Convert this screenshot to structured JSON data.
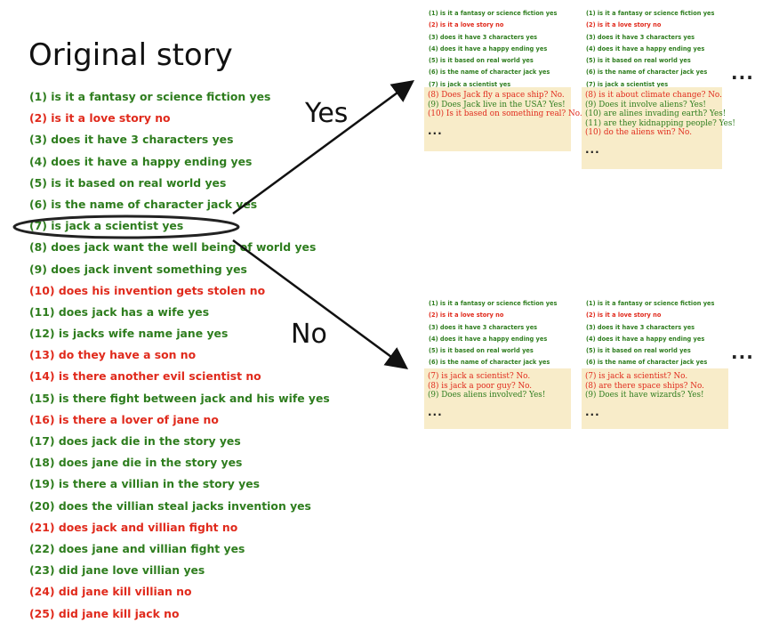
{
  "title": "Original story",
  "branch_yes": "Yes",
  "branch_no": "No",
  "ellipsis": "...",
  "questions": [
    {
      "text": "(1) is it a fantasy or science fiction yes",
      "color": "green"
    },
    {
      "text": "(2) is it a love story no",
      "color": "red"
    },
    {
      "text": "(3) does it have 3 characters yes",
      "color": "green"
    },
    {
      "text": "(4) does it have a happy ending yes",
      "color": "green"
    },
    {
      "text": "(5) is it based on real world yes",
      "color": "green"
    },
    {
      "text": "(6) is the name of character jack yes",
      "color": "green"
    },
    {
      "text": "(7) is jack a scientist yes",
      "color": "green"
    },
    {
      "text": "(8) does jack want the well being of world yes",
      "color": "green"
    },
    {
      "text": "(9) does jack invent something yes",
      "color": "green"
    },
    {
      "text": "(10) does his invention gets stolen no",
      "color": "red"
    },
    {
      "text": "(11) does jack has a wife yes",
      "color": "green"
    },
    {
      "text": "(12) is jacks wife name jane yes",
      "color": "green"
    },
    {
      "text": "(13) do they have a son no",
      "color": "red"
    },
    {
      "text": "(14) is there another evil scientist no",
      "color": "red"
    },
    {
      "text": "(15) is there fight between jack and his wife yes",
      "color": "green"
    },
    {
      "text": "(16) is there a lover of jane no",
      "color": "red"
    },
    {
      "text": "(17) does jack die in the story yes",
      "color": "green"
    },
    {
      "text": "(18) does jane die in the story yes",
      "color": "green"
    },
    {
      "text": "(19) is there a villian in the story yes",
      "color": "green"
    },
    {
      "text": "(20) does the villian steal jacks invention yes",
      "color": "green"
    },
    {
      "text": "(21) does jack and villian fight no",
      "color": "red"
    },
    {
      "text": "(22) does jane and villian fight yes",
      "color": "green"
    },
    {
      "text": "(23) did jane love villian yes",
      "color": "green"
    },
    {
      "text": "(24) did jane kill villian no",
      "color": "red"
    },
    {
      "text": "(25) did jane kill jack no",
      "color": "red"
    }
  ],
  "shared_prefix": [
    {
      "text": "(1) is it a fantasy or science fiction yes",
      "color": "green"
    },
    {
      "text": "(2) is it a love story no",
      "color": "red"
    },
    {
      "text": "(3) does it have 3 characters yes",
      "color": "green"
    },
    {
      "text": "(4) does it have a happy ending yes",
      "color": "green"
    },
    {
      "text": "(5) is it based on real world yes",
      "color": "green"
    },
    {
      "text": "(6) is the name of character jack yes",
      "color": "green"
    }
  ],
  "prefix_item7": {
    "text": "(7) is jack a scientist yes",
    "color": "green"
  },
  "panels": {
    "yes_1": [
      {
        "text": "(8) Does Jack fly a space ship? No.",
        "color": "red"
      },
      {
        "text": "(9) Does Jack live in the USA? Yes!",
        "color": "green"
      },
      {
        "text": "(10) Is it based on something real? No.",
        "color": "red"
      }
    ],
    "yes_2": [
      {
        "text": "(8) is it about climate change? No.",
        "color": "red"
      },
      {
        "text": "(9) Does it involve aliens? Yes!",
        "color": "green"
      },
      {
        "text": "(10) are alines invading earth? Yes!",
        "color": "green"
      },
      {
        "text": "(11) are they kidnapping people? Yes!",
        "color": "green"
      },
      {
        "text": "(10) do the aliens win? No.",
        "color": "red"
      }
    ],
    "no_1": [
      {
        "text": "(7) is jack a scientist? No.",
        "color": "red"
      },
      {
        "text": "(8) is jack a poor guy? No.",
        "color": "red"
      },
      {
        "text": "(9) Does aliens involved? Yes!",
        "color": "green"
      }
    ],
    "no_2": [
      {
        "text": "(7) is jack a scientist? No.",
        "color": "red"
      },
      {
        "text": "(8) are there space ships? No.",
        "color": "red"
      },
      {
        "text": "(9) Does it have wizards? Yes!",
        "color": "green"
      }
    ]
  },
  "colors": {
    "green": "#2e7d1e",
    "red": "#e02a1c",
    "box": "#f8ecc9"
  }
}
